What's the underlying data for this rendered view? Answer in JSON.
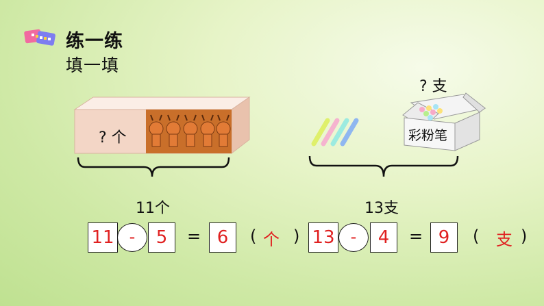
{
  "header": {
    "title": "练一练",
    "subtitle": "填一填"
  },
  "left_problem": {
    "box_question": "? 个",
    "total": "11个",
    "equation": {
      "a": "11",
      "op": "-",
      "b": "5",
      "eq": "=",
      "result": "6",
      "lparen": "(",
      "unit": "个",
      "rparen": ")"
    }
  },
  "right_problem": {
    "question": "? 支",
    "box_label": "彩粉笔",
    "total": "13支",
    "equation": {
      "a": "13",
      "op": "-",
      "b": "4",
      "eq": "=",
      "result": "9",
      "lparen": "(",
      "unit": "支",
      "rparen": ")"
    }
  },
  "colors": {
    "answer": "#e02020",
    "box_face": "#f3d6c6",
    "box_top": "#fbeee6",
    "box_side": "#e9c2ad"
  }
}
